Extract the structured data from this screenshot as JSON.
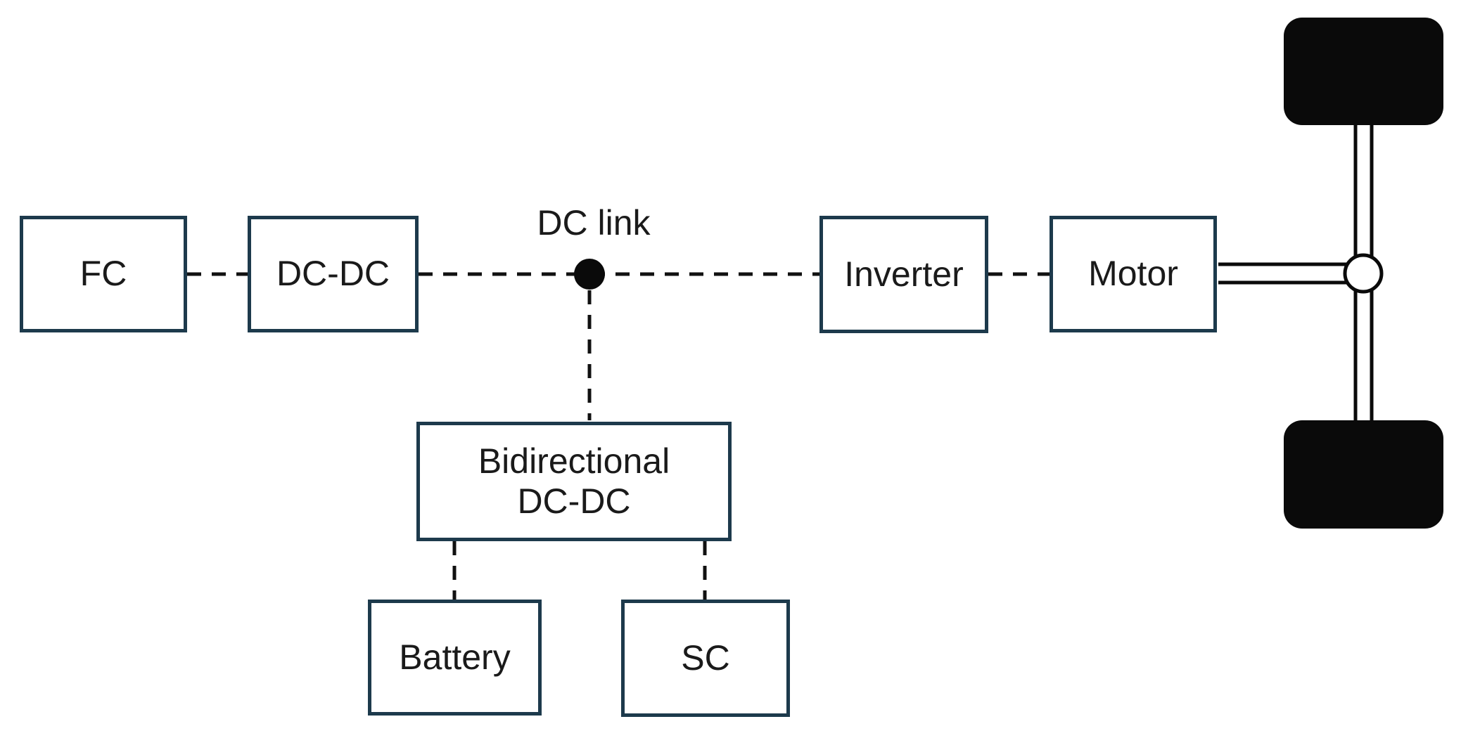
{
  "diagram": {
    "dc_link_label": "DC link",
    "boxes": {
      "fc": "FC",
      "dc_dc": "DC-DC",
      "inverter": "Inverter",
      "motor": "Motor",
      "bidirectional_line1": "Bidirectional",
      "bidirectional_line2": "DC-DC",
      "battery": "Battery",
      "sc": "SC"
    },
    "colors": {
      "box_border": "#1d3a4c",
      "text": "#1a1a1a",
      "line": "#111111",
      "wheel_fill": "#0a0a0a",
      "background": "#ffffff"
    }
  }
}
